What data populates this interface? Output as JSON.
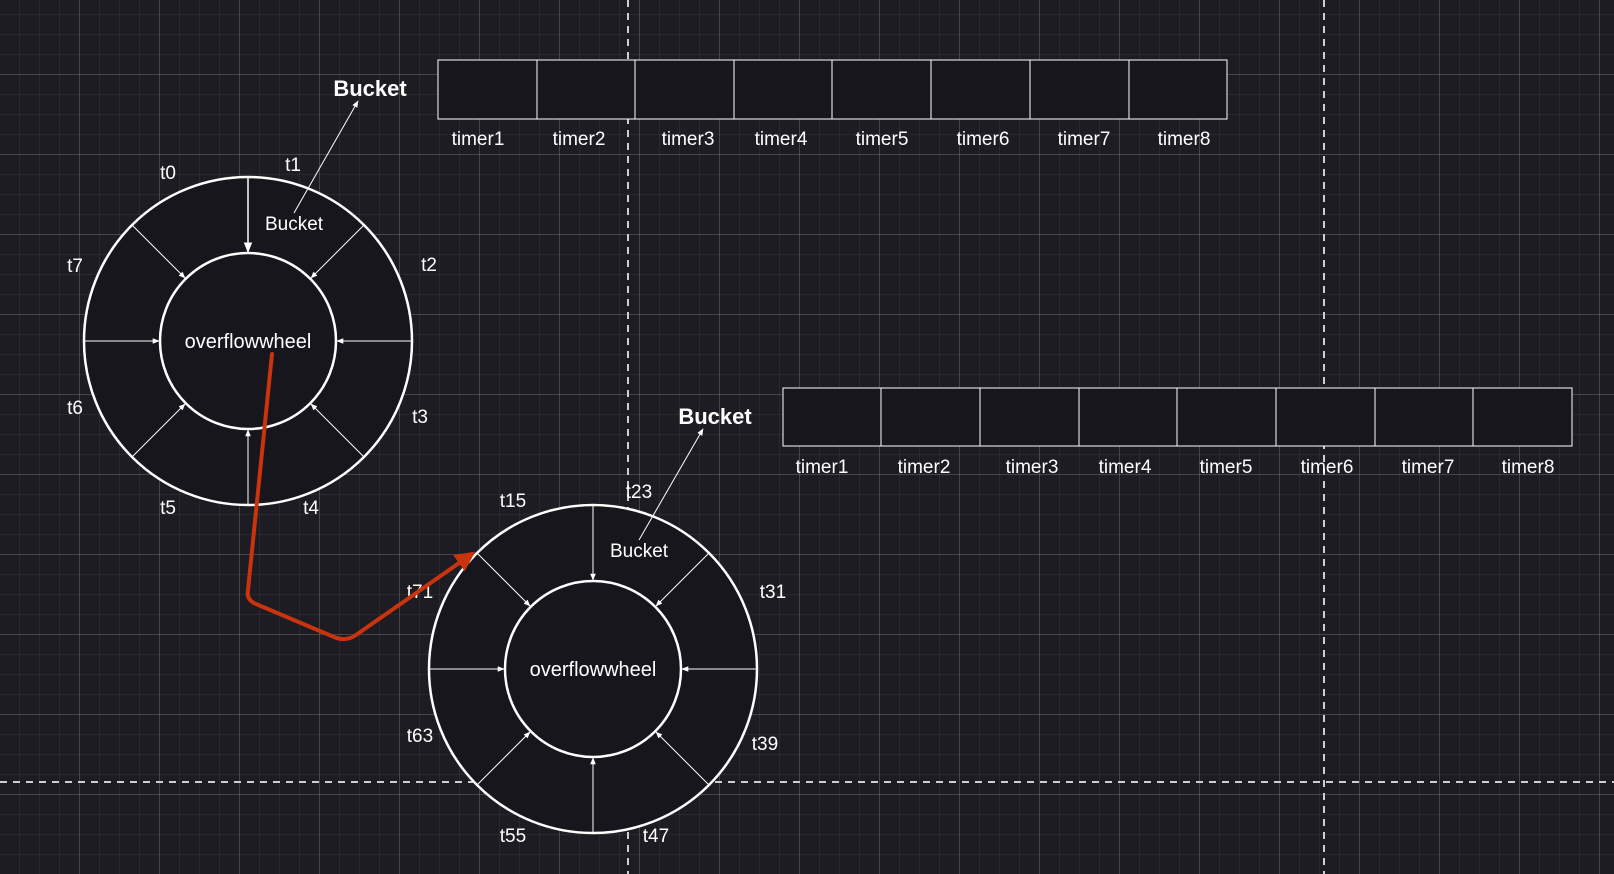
{
  "colors": {
    "background": "#1d1c22",
    "shape_fill": "#17161c",
    "stroke": "#ffffff",
    "link_arrow": "#c9330e",
    "divider": "#cfcfcf"
  },
  "wheel_top": {
    "center_label": "overflowwheel",
    "inner_label": "Bucket",
    "slot_labels": [
      "t0",
      "t1",
      "t2",
      "t3",
      "t4",
      "t5",
      "t6",
      "t7"
    ],
    "bucket_title": "Bucket",
    "timers": [
      "timer1",
      "timer2",
      "timer3",
      "timer4",
      "timer5",
      "timer6",
      "timer7",
      "timer8"
    ]
  },
  "wheel_bottom": {
    "center_label": "overflowwheel",
    "inner_label": "Bucket",
    "slot_labels": [
      "t15",
      "t23",
      "t31",
      "t39",
      "t47",
      "t55",
      "t63",
      "t71"
    ],
    "bucket_title": "Bucket",
    "timers": [
      "timer1",
      "timer2",
      "timer3",
      "timer4",
      "timer5",
      "timer6",
      "timer7",
      "timer8"
    ]
  }
}
